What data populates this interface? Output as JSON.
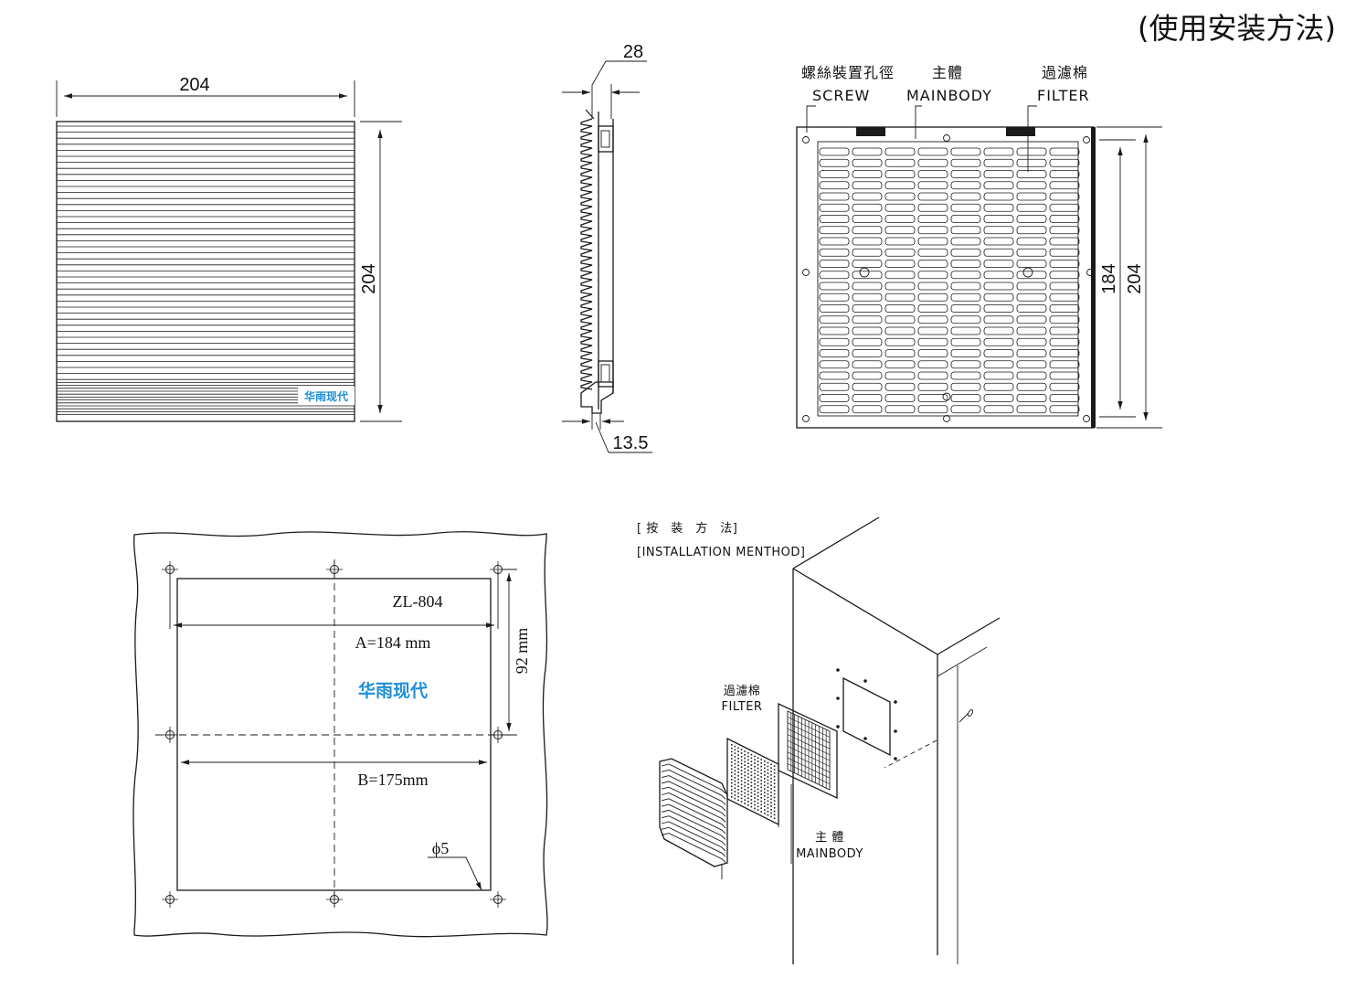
{
  "title": "(使用安装方法)",
  "front_view": {
    "width_label": "204",
    "height_label": "204",
    "brand": "华雨现代"
  },
  "side_view": {
    "top_label": "28",
    "bottom_label": "13.5"
  },
  "back_view": {
    "screw_cn": "螺絲裝置孔徑",
    "screw_en": "SCREW",
    "mainbody_cn": "主體",
    "mainbody_en": "MAINBODY",
    "filter_cn": "過濾棉",
    "filter_en": "FILTER",
    "inner_label": "184",
    "outer_label": "204"
  },
  "cutout": {
    "model": "ZL-804",
    "a_label": "A=184 mm",
    "b_label": "B=175mm",
    "side_label": "92 mm",
    "hole_label": "ϕ5",
    "brand": "华雨现代"
  },
  "install": {
    "title_cn": "[ 按　装　方　法]",
    "title_en": "[INSTALLATION MENTHOD]",
    "filter_cn": "過濾棉",
    "filter_en": "FILTER",
    "mainbody_cn": "主 體",
    "mainbody_en": "MAINBODY"
  },
  "colors": {
    "line": "#1a1a1a",
    "brand": "#1e8fd6"
  }
}
